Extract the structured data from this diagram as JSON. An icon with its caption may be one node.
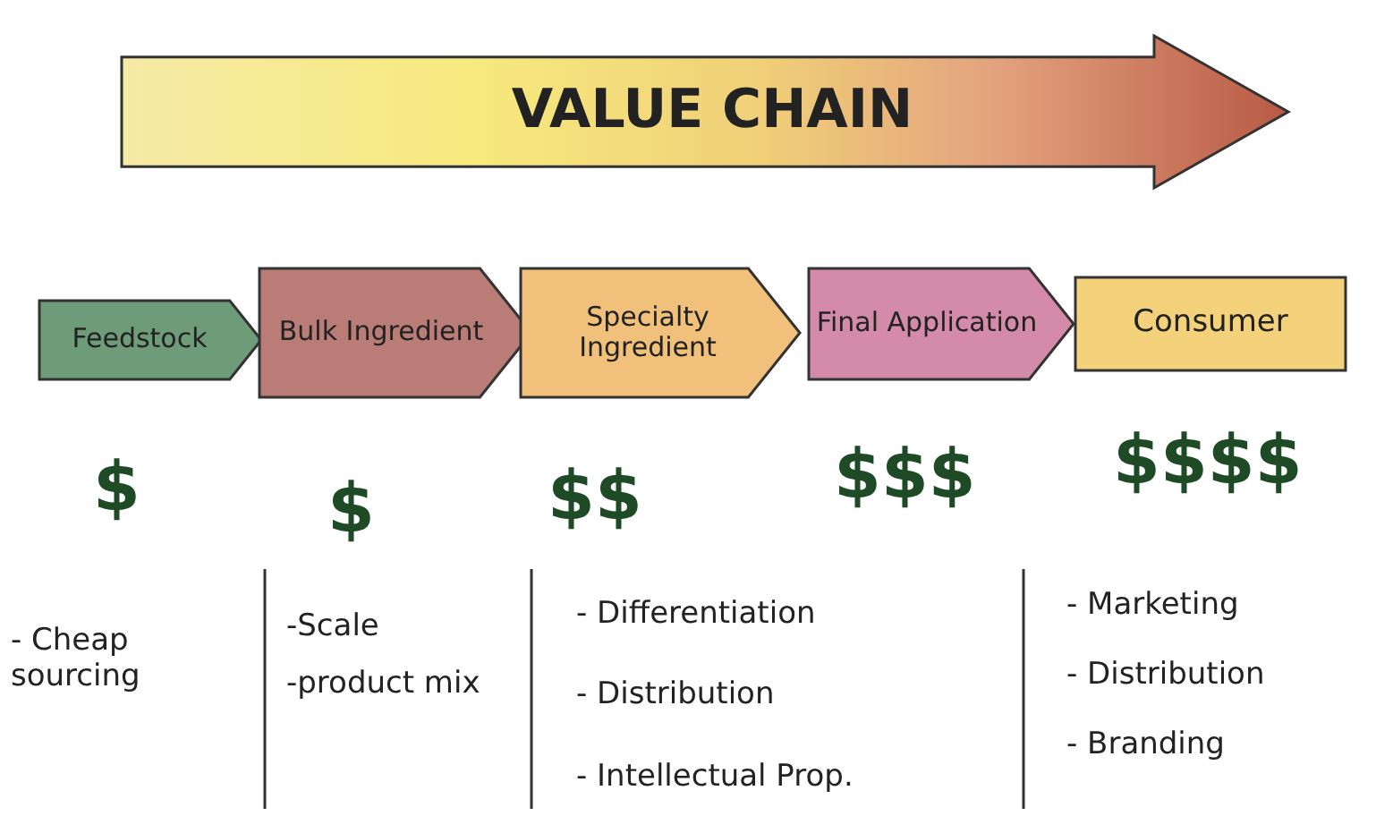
{
  "diagram": {
    "nodes": [
      {
        "text": [
          "VALUE CHAIN"
        ]
      },
      {
        "text": [
          "Feedstock"
        ]
      },
      {
        "text": [
          "Bulk Ingredient"
        ]
      },
      {
        "text": [
          "Specialty Ingredient"
        ]
      },
      {
        "text": [
          "Final Application"
        ]
      },
      {
        "text": [
          "Consumer"
        ]
      }
    ],
    "labels": [
      "$",
      "$",
      "$$",
      "$$$",
      "$$$$",
      "- Cheap sourcing",
      "-Scale",
      "-product mix",
      "- Differentiation",
      "- Distribution",
      "- Intellectual Prop.",
      "- Marketing",
      "- Distribution",
      "- Branding"
    ]
  }
}
